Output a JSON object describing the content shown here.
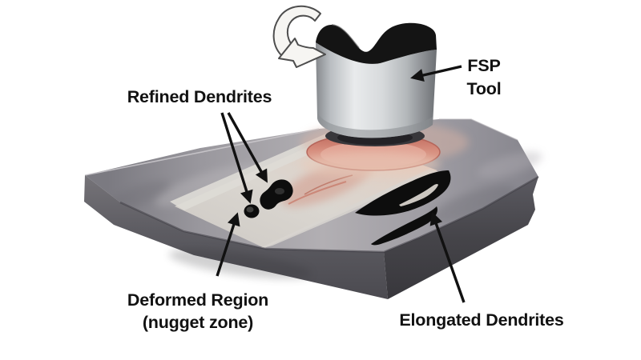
{
  "figure": {
    "background_color": "#ffffff",
    "labels": {
      "refined_dendrites": "Refined Dendrites",
      "fsp_line1": "FSP",
      "fsp_line2": "Tool",
      "deformed_line1": "Deformed Region",
      "deformed_line2": "(nugget zone)",
      "elongated_dendrites": "Elongated Dendrites"
    },
    "colors": {
      "label_text": "#111111",
      "annotation_arrow": "#111111",
      "dendrite_black": "#0d0d0d",
      "heat_disc_red": "#cb7466",
      "heat_disc_pink": "#e5ab9c",
      "tool_metal_light": "#e9ebec",
      "tool_metal_dark": "#77797d",
      "tool_cap_black": "#141414",
      "slab_top_gray": "#98969c",
      "slab_front_dark": "#46454c",
      "processed_channel": "#d5d1cb",
      "rotation_arrow_fill": "#f6f5f2"
    },
    "icons": {
      "rotation": "rotation-arrow-icon"
    }
  }
}
